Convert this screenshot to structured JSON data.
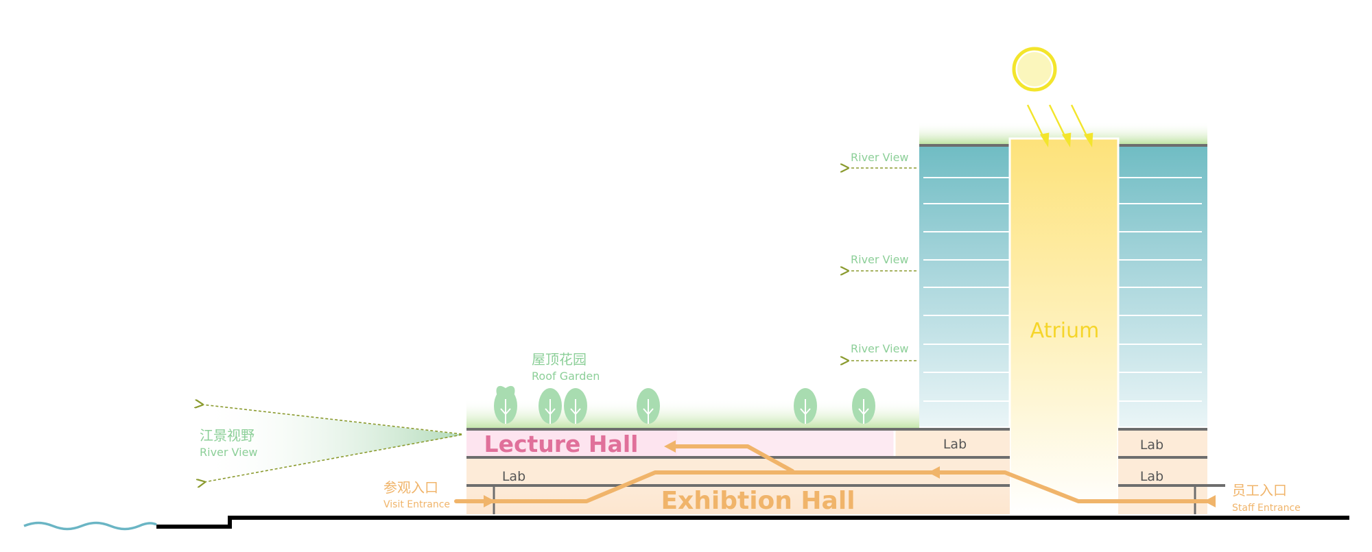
{
  "labels": {
    "river_view_cn": "江景视野",
    "river_view": "River View",
    "roof_garden_cn": "屋顶花园",
    "roof_garden": "Roof Garden",
    "lecture_hall": "Lecture Hall",
    "lab": "Lab",
    "exhibition_hall": "Exhibtion Hall",
    "atrium": "Atrium",
    "visit_entrance_cn": "参观入口",
    "visit_entrance": "Visit Entrance",
    "staff_entrance_cn": "员工入口",
    "staff_entrance": "Staff Entrance"
  },
  "colors": {
    "green_text": "#8ccf98",
    "tree": "#a8dcb0",
    "roof_green": "#cfe9b8",
    "pink_text": "#e0709a",
    "pink_fill": "#fde4ef",
    "peach_fill": "#fdebd8",
    "orange": "#f0b46a",
    "atrium_text": "#f5d52a",
    "sun": "#f3e52c",
    "tower_top": "#6fbcc3",
    "tower_bottom": "#e6f3f6",
    "atrium_top": "#fde27a",
    "slab": "#6d6d6d",
    "ground": "#000000",
    "water": "#6ab5c4",
    "arrow_green": "#8a9a2e"
  },
  "icons": [
    "sun-icon",
    "tree-icon",
    "arrow-left-icon",
    "water-wave-icon"
  ]
}
